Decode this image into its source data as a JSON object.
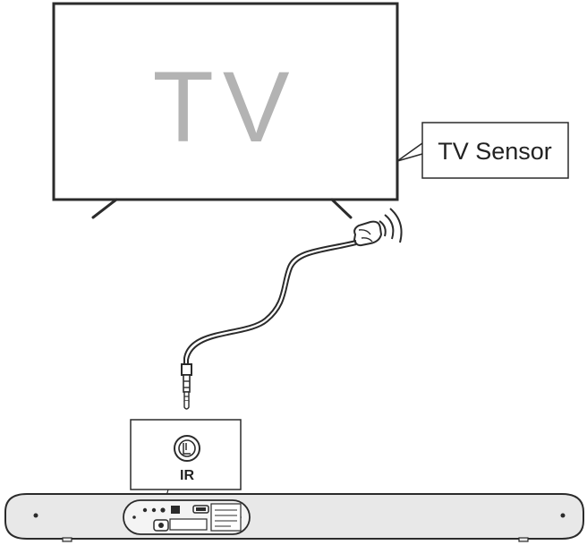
{
  "tv": {
    "label": "TV"
  },
  "callout": {
    "label": "TV Sensor"
  },
  "ir_port": {
    "label": "IR"
  },
  "colors": {
    "line": "#2b2b2b",
    "tv_text": "#b3b3b3",
    "soundbar_fill": "#e8e8e8"
  },
  "icons": [
    "ir-receiver-icon",
    "signal-waves-icon",
    "ir-jack-icon",
    "power-socket-icon"
  ]
}
